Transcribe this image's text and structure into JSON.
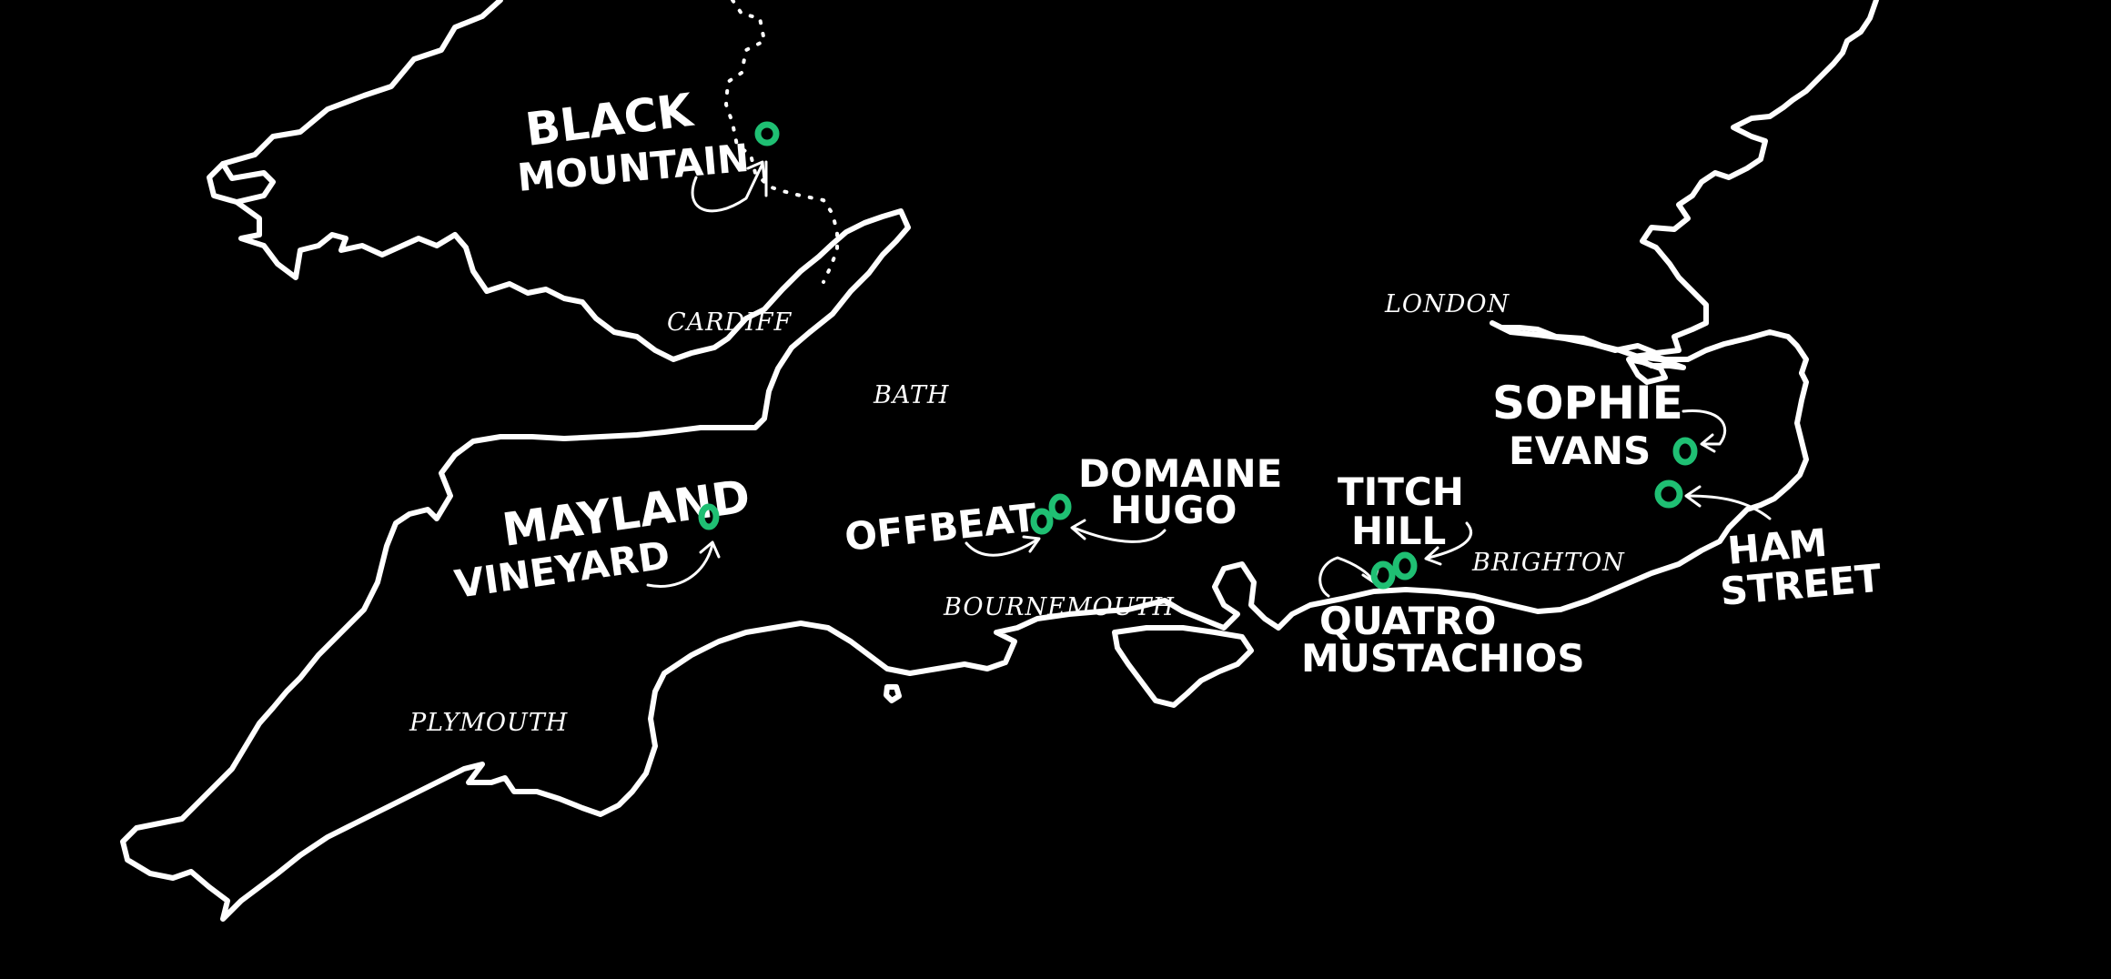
{
  "colors": {
    "background": "#000000",
    "coastline": "#ffffff",
    "marker": "#1fbf73"
  },
  "cities": {
    "cardiff": "CARDIFF",
    "bath": "BATH",
    "london": "LONDON",
    "bournemouth": "BOURNEMOUTH",
    "brighton": "BRIGHTON",
    "plymouth": "PLYMOUTH"
  },
  "vineyards": {
    "black_mountain": {
      "line1": "BLACK",
      "line2": "MOUNTAIN"
    },
    "mayland": {
      "line1": "MAYLAND",
      "line2": "VINEYARD"
    },
    "offbeat": {
      "line1": "OFFBEAT"
    },
    "domaine_hugo": {
      "line1": "DOMAINE",
      "line2": "HUGO"
    },
    "titch_hill": {
      "line1": "TITCH",
      "line2": "HILL"
    },
    "quatro_mustachios": {
      "line1": "QUATRO",
      "line2": "MUSTACHIOS"
    },
    "sophie_evans": {
      "line1": "SOPHIE",
      "line2": "EVANS"
    },
    "ham_street": {
      "line1": "HAM",
      "line2": "STREET"
    }
  }
}
